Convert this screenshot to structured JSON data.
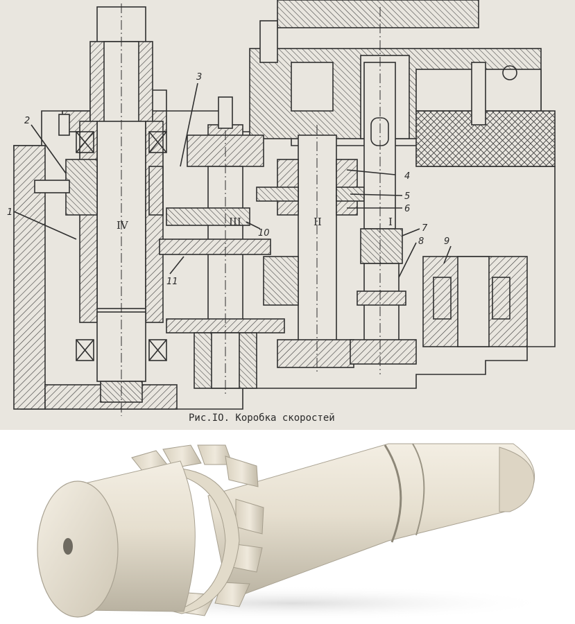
{
  "drawing": {
    "caption": "Рис.IO.  Коробка скоростей",
    "callouts": [
      "1",
      "2",
      "3",
      "4",
      "5",
      "6",
      "7",
      "8",
      "9",
      "10",
      "11"
    ],
    "shaft_labels": [
      "IV",
      "III",
      "II",
      "I"
    ]
  },
  "colors": {
    "paper": "#e9e6df",
    "ink": "#2f2f2f",
    "metal": "#e8e1d2",
    "background": "#ffffff"
  }
}
